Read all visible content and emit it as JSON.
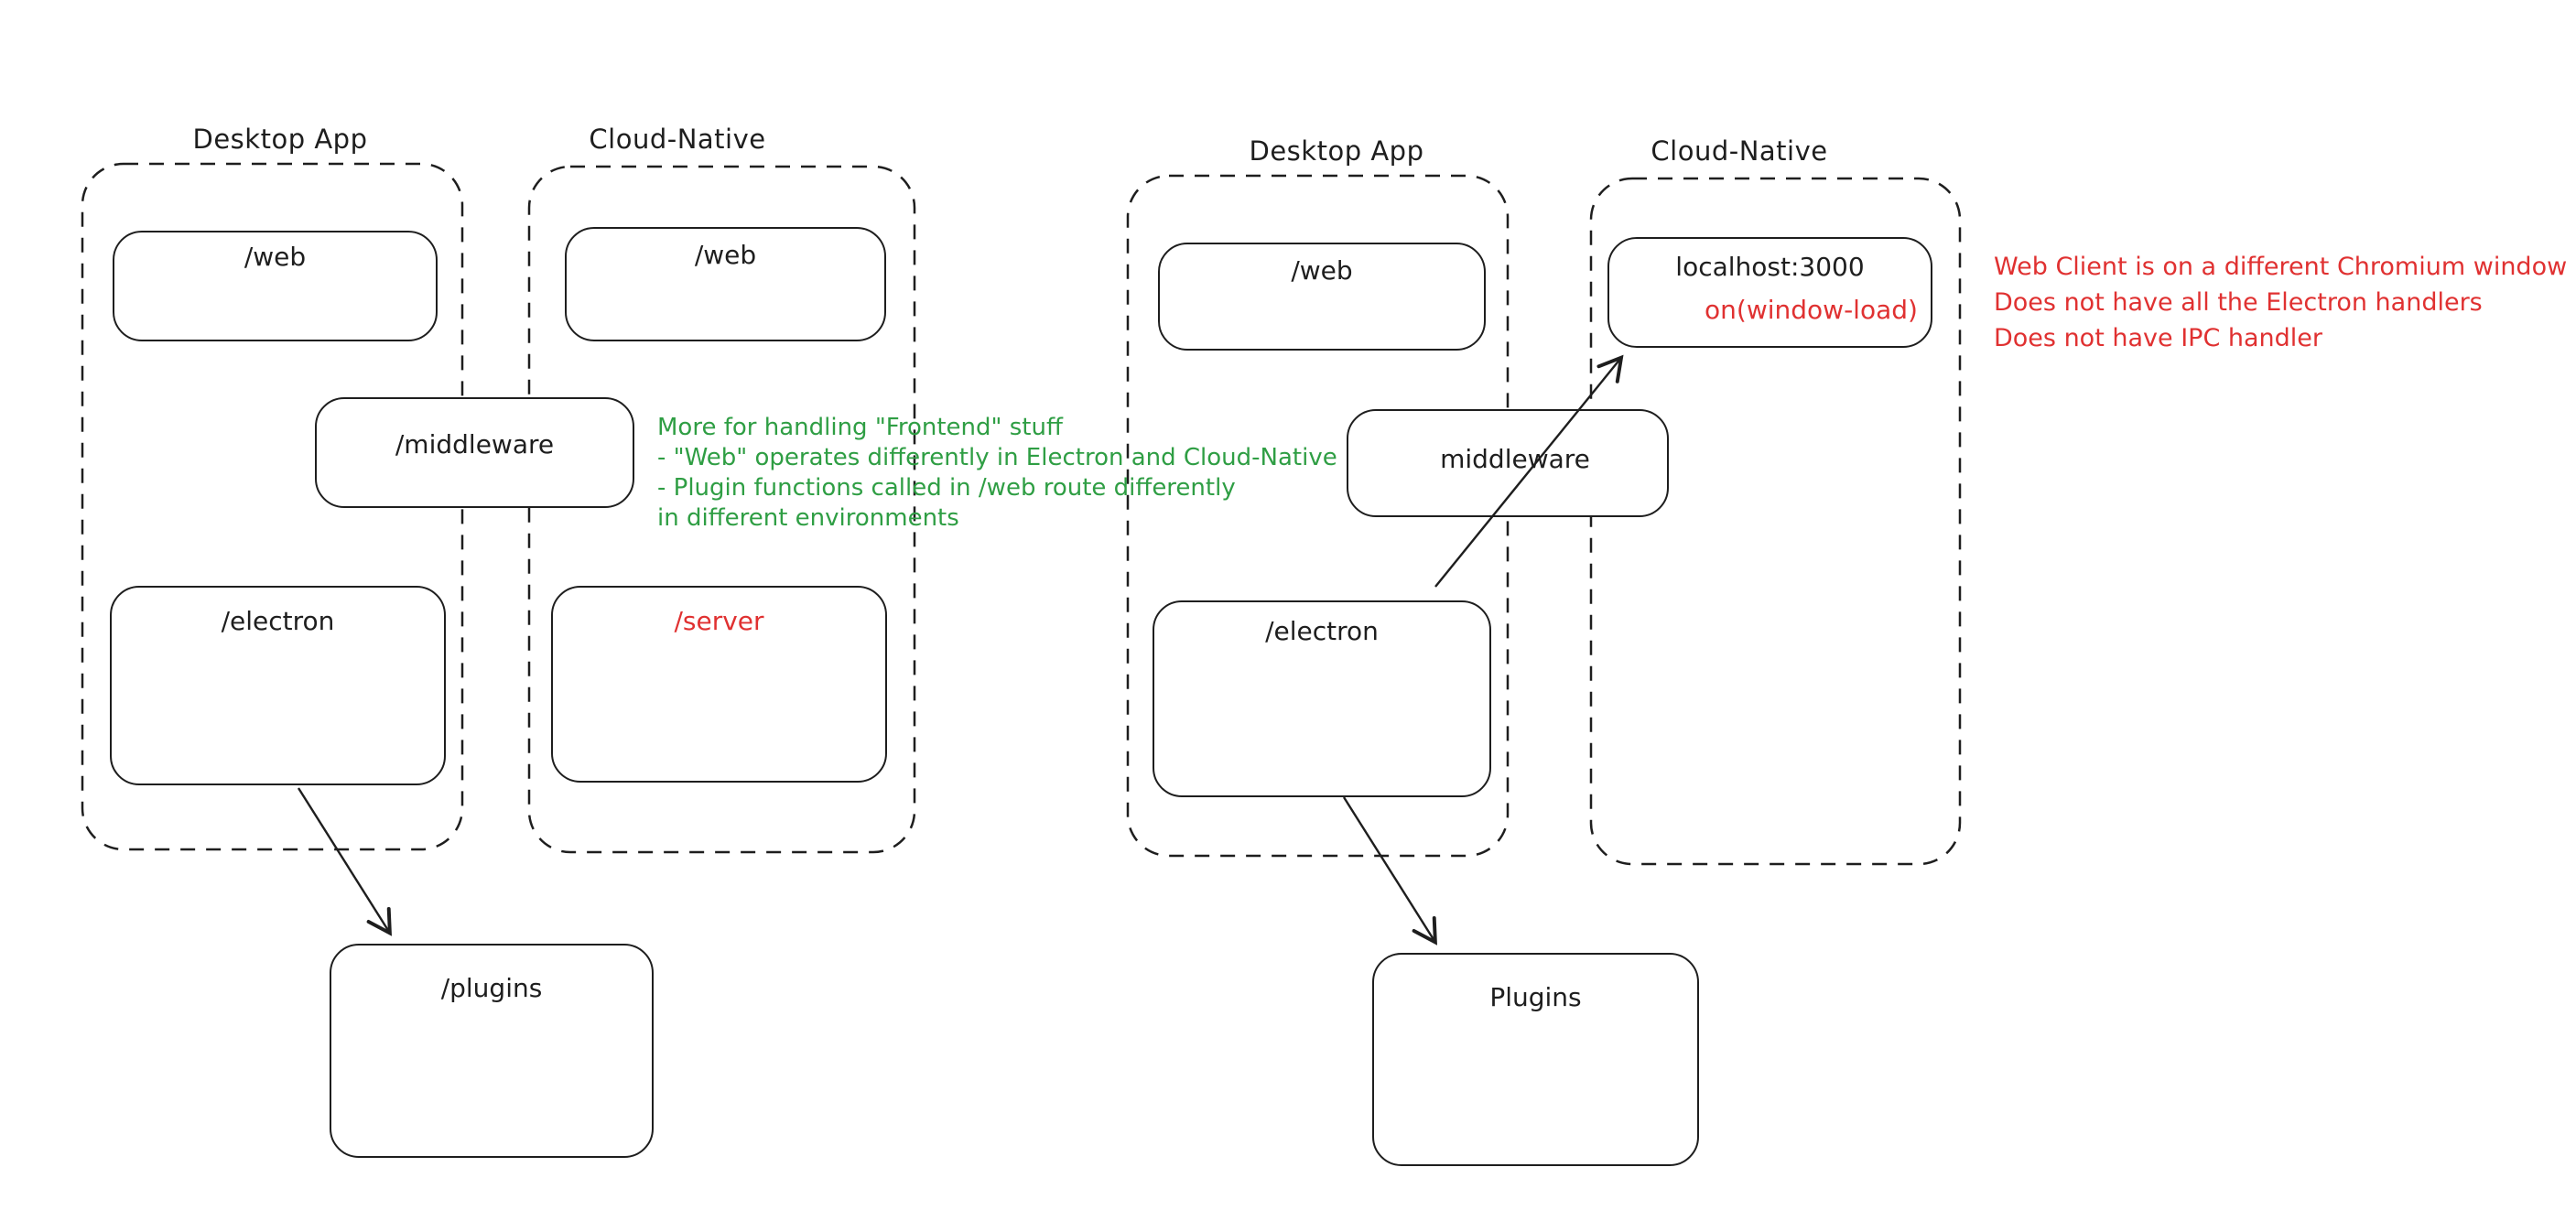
{
  "colors": {
    "stroke": "#1e1e1e",
    "red": "#e03131",
    "green": "#2f9e44",
    "background": "#ffffff"
  },
  "left_diagram": {
    "desktop_label": "Desktop App",
    "cloud_label": "Cloud-Native",
    "desktop_web": "/web",
    "cloud_web": "/web",
    "middleware": "/middleware",
    "electron": "/electron",
    "server": "/server",
    "plugins": "/plugins",
    "note_lines": [
      "More for handling \"Frontend\" stuff",
      "- \"Web\" operates differently in Electron and Cloud-Native",
      "- Plugin functions called in /web route differently",
      "in different environments"
    ]
  },
  "right_diagram": {
    "desktop_label": "Desktop App",
    "cloud_label": "Cloud-Native",
    "desktop_web": "/web",
    "localhost": "localhost:3000",
    "localhost_event": "on(window-load)",
    "middleware": "middleware",
    "electron": "/electron",
    "plugins": "Plugins",
    "note_lines": [
      "Web Client is on a different Chromium window",
      "Does not have all the Electron handlers",
      "Does not have IPC handler"
    ]
  }
}
